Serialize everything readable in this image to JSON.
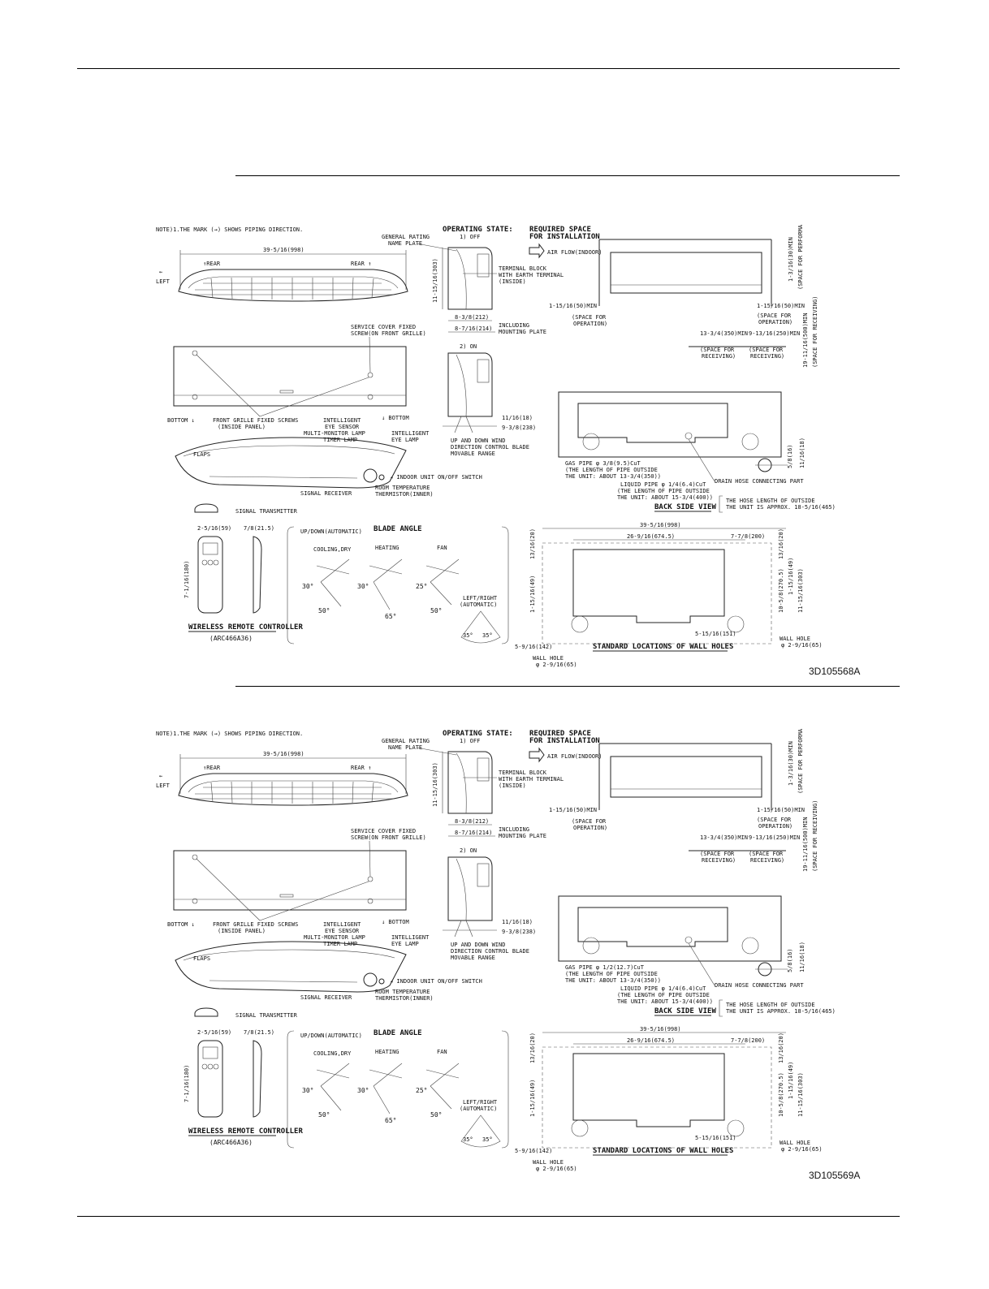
{
  "drawings": [
    {
      "code": "3D105568A",
      "note": "NOTE)1.THE MARK (→) SHOWS PIPING DIRECTION.",
      "width_dim": "39-5/16(998)",
      "rear": "REAR",
      "left": "LEFT",
      "bottom": "BOTTOM",
      "service_cover": "SERVICE COVER FIXED",
      "service_cover2": "SCREW(ON FRONT GRILLE)",
      "front_grille": "FRONT GRILLE FIXED SCREWS",
      "inside_panel": "(INSIDE PANEL)",
      "intelligent_eye": "INTELLIGENT",
      "eye_sensor": "EYE SENSOR",
      "multi_monitor": "MULTI-MONITOR LAMP",
      "timer_lamp": "TIMER LAMP",
      "intelligent_eye2": "INTELLIGENT",
      "eye_lamp": "EYE LAMP",
      "flaps": "FLAPS",
      "onoff": "INDOOR UNIT ON/OFF SWITCH",
      "room_temp": "ROOM TEMPERATURE",
      "thermistor": "THERMISTOR(INNER)",
      "signal_receiver": "SIGNAL RECEIVER",
      "signal_transmitter": "SIGNAL TRANSMITTER",
      "remote_w": "2-5/16(59)",
      "remote_d": "7/8(21.5)",
      "remote_h": "7-1/16(180)",
      "remote_title": "WIRELESS REMOTE CONTROLLER",
      "remote_model": "(ARC466A36)",
      "operating_state": "OPERATING STATE:",
      "off": "1) OFF",
      "on": "2) ON",
      "general_rating": "GENERAL RATING",
      "name_plate": "NAME PLATE",
      "height_dim": "11-15/16(303)",
      "terminal_block": "TERMINAL BLOCK",
      "earth_terminal": "WITH EARTH TERMINAL",
      "inside": "(INSIDE)",
      "depth1": "8-3/8(212)",
      "depth2": "8-7/16(214)",
      "including": "INCLUDING",
      "mounting_plate": "MOUNTING PLATE",
      "dim_11_16": "11/16(18)",
      "dim_9_3_8": "9-3/8(238)",
      "updown1": "UP AND DOWN WIND",
      "updown2": "DIRECTION CONTROL BLADE",
      "updown3": "MOVABLE RANGE",
      "required_space": "REQUIRED SPACE",
      "for_installation": "FOR INSTALLATION",
      "air_flow": "AIR FLOW(INDOOR)",
      "space_min1": "1-15/16(50)MIN",
      "space_min2": "1-15/16(50)MIN",
      "space_for_op1": "(SPACE FOR",
      "space_for_op2": "OPERATION)",
      "space_recv_l": "13-3/4(350)MIN",
      "space_recv_r": "9-13/16(250)MIN",
      "space_receiving": "(SPACE FOR",
      "receiving": "RECEIVING)",
      "top_min": "1-3/16(30)MIN",
      "space_perf": "(SPACE FOR PERFORMANCE)",
      "vert_min": "19-11/16(500)MIN",
      "space_recv_v": "(SPACE FOR RECEIVING)",
      "gas_pipe": "GAS PIPE φ 3/8(9.5)CuT",
      "length_pipe": "(THE LENGTH OF PIPE OUTSIDE",
      "unit_about": "THE UNIT: ABOUT 13-3/4(350))",
      "liquid_pipe": "LIQUID PIPE φ 1/4(6.4)CuT",
      "liquid_len": "(THE LENGTH OF PIPE OUTSIDE",
      "liquid_about": "THE UNIT: ABOUT 15-3/4(400))",
      "drain_hose": "DRAIN HOSE CONNECTING PART",
      "hose_length": "THE HOSE LENGTH OF OUTSIDE",
      "hose_about": "THE UNIT IS APPROX. 18-5/16(465)",
      "back_side_view": "BACK SIDE VIEW",
      "dim_5_8": "5/8(16)",
      "dim_11_16b": "11/16(18)",
      "blade_angle": "BLADE ANGLE",
      "updown_auto": "UP/DOWN(AUTOMATIC)",
      "cooling_dry": "COOLING,DRY",
      "heating": "HEATING",
      "fan": "FAN",
      "angles": [
        "30°",
        "50°",
        "30°",
        "65°",
        "25°",
        "50°"
      ],
      "leftright": "LEFT/RIGHT",
      "automatic": "(AUTOMATIC)",
      "lr_angles": [
        "35°",
        "35°"
      ],
      "wh_total": "39-5/16(998)",
      "wh_26": "26-9/16(674.5)",
      "wh_7": "7-7/8(200)",
      "wh_13_16a": "13/16(20)",
      "wh_13_16b": "13/16(20)",
      "wh_1_15": "1-15/16(49)",
      "wh_10_5": "10-5/8(270.5)",
      "wh_1_15b": "1-15/16(49)",
      "wh_11_15": "11-15/16(303)",
      "wh_5_9": "5-9/16(142)",
      "wh_5_15": "5-15/16(151)",
      "wall_hole": "WALL HOLE",
      "wall_hole_d": "φ 2-9/16(65)",
      "wall_hole2": "WALL HOLE",
      "wall_hole_d2": "φ 2-9/16(65)",
      "std_locations": "STANDARD LOCATIONS OF WALL HOLES"
    },
    {
      "code": "3D105569A",
      "note": "NOTE)1.THE MARK (→) SHOWS PIPING DIRECTION.",
      "width_dim": "39-5/16(998)",
      "rear": "REAR",
      "left": "LEFT",
      "bottom": "BOTTOM",
      "service_cover": "SERVICE COVER FIXED",
      "service_cover2": "SCREW(ON FRONT GRILLE)",
      "front_grille": "FRONT GRILLE FIXED SCREWS",
      "inside_panel": "(INSIDE PANEL)",
      "intelligent_eye": "INTELLIGENT",
      "eye_sensor": "EYE SENSOR",
      "multi_monitor": "MULTI-MONITOR LAMP",
      "timer_lamp": "TIMER LAMP",
      "intelligent_eye2": "INTELLIGENT",
      "eye_lamp": "EYE LAMP",
      "flaps": "FLAPS",
      "onoff": "INDOOR UNIT ON/OFF SWITCH",
      "room_temp": "ROOM TEMPERATURE",
      "thermistor": "THERMISTOR(INNER)",
      "signal_receiver": "SIGNAL RECEIVER",
      "signal_transmitter": "SIGNAL TRANSMITTER",
      "remote_w": "2-5/16(59)",
      "remote_d": "7/8(21.5)",
      "remote_h": "7-1/16(180)",
      "remote_title": "WIRELESS REMOTE CONTROLLER",
      "remote_model": "(ARC466A36)",
      "operating_state": "OPERATING STATE:",
      "off": "1) OFF",
      "on": "2) ON",
      "general_rating": "GENERAL RATING",
      "name_plate": "NAME PLATE",
      "height_dim": "11-15/16(303)",
      "terminal_block": "TERMINAL BLOCK",
      "earth_terminal": "WITH EARTH TERMINAL",
      "inside": "(INSIDE)",
      "depth1": "8-3/8(212)",
      "depth2": "8-7/16(214)",
      "including": "INCLUDING",
      "mounting_plate": "MOUNTING PLATE",
      "dim_11_16": "11/16(18)",
      "dim_9_3_8": "9-3/8(238)",
      "updown1": "UP AND DOWN WIND",
      "updown2": "DIRECTION CONTROL BLADE",
      "updown3": "MOVABLE RANGE",
      "required_space": "REQUIRED SPACE",
      "for_installation": "FOR INSTALLATION",
      "air_flow": "AIR FLOW(INDOOR)",
      "space_min1": "1-15/16(50)MIN",
      "space_min2": "1-15/16(50)MIN",
      "space_for_op1": "(SPACE FOR",
      "space_for_op2": "OPERATION)",
      "space_recv_l": "13-3/4(350)MIN",
      "space_recv_r": "9-13/16(250)MIN",
      "space_receiving": "(SPACE FOR",
      "receiving": "RECEIVING)",
      "top_min": "1-3/16(30)MIN",
      "space_perf": "(SPACE FOR PERFORMANCE)",
      "vert_min": "19-11/16(500)MIN",
      "space_recv_v": "(SPACE FOR RECEIVING)",
      "gas_pipe": "GAS PIPE φ 1/2(12.7)CuT",
      "length_pipe": "(THE LENGTH OF PIPE OUTSIDE",
      "unit_about": "THE UNIT: ABOUT 13-3/4(350))",
      "liquid_pipe": "LIQUID PIPE φ 1/4(6.4)CuT",
      "liquid_len": "(THE LENGTH OF PIPE OUTSIDE",
      "liquid_about": "THE UNIT: ABOUT 15-3/4(400))",
      "drain_hose": "DRAIN HOSE CONNECTING PART",
      "hose_length": "THE HOSE LENGTH OF OUTSIDE",
      "hose_about": "THE UNIT IS APPROX. 18-5/16(465)",
      "back_side_view": "BACK SIDE VIEW",
      "dim_5_8": "5/8(16)",
      "dim_11_16b": "11/16(18)",
      "blade_angle": "BLADE ANGLE",
      "updown_auto": "UP/DOWN(AUTOMATIC)",
      "cooling_dry": "COOLING,DRY",
      "heating": "HEATING",
      "fan": "FAN",
      "angles": [
        "30°",
        "50°",
        "30°",
        "65°",
        "25°",
        "50°"
      ],
      "leftright": "LEFT/RIGHT",
      "automatic": "(AUTOMATIC)",
      "lr_angles": [
        "35°",
        "35°"
      ],
      "wh_total": "39-5/16(998)",
      "wh_26": "26-9/16(674.5)",
      "wh_7": "7-7/8(200)",
      "wh_13_16a": "13/16(20)",
      "wh_13_16b": "13/16(20)",
      "wh_1_15": "1-15/16(49)",
      "wh_10_5": "10-5/8(270.5)",
      "wh_1_15b": "1-15/16(49)",
      "wh_11_15": "11-15/16(303)",
      "wh_5_9": "5-9/16(142)",
      "wh_5_15": "5-15/16(151)",
      "wall_hole": "WALL HOLE",
      "wall_hole_d": "φ 2-9/16(65)",
      "wall_hole2": "WALL HOLE",
      "wall_hole_d2": "φ 2-9/16(65)",
      "std_locations": "STANDARD LOCATIONS OF WALL HOLES"
    }
  ]
}
